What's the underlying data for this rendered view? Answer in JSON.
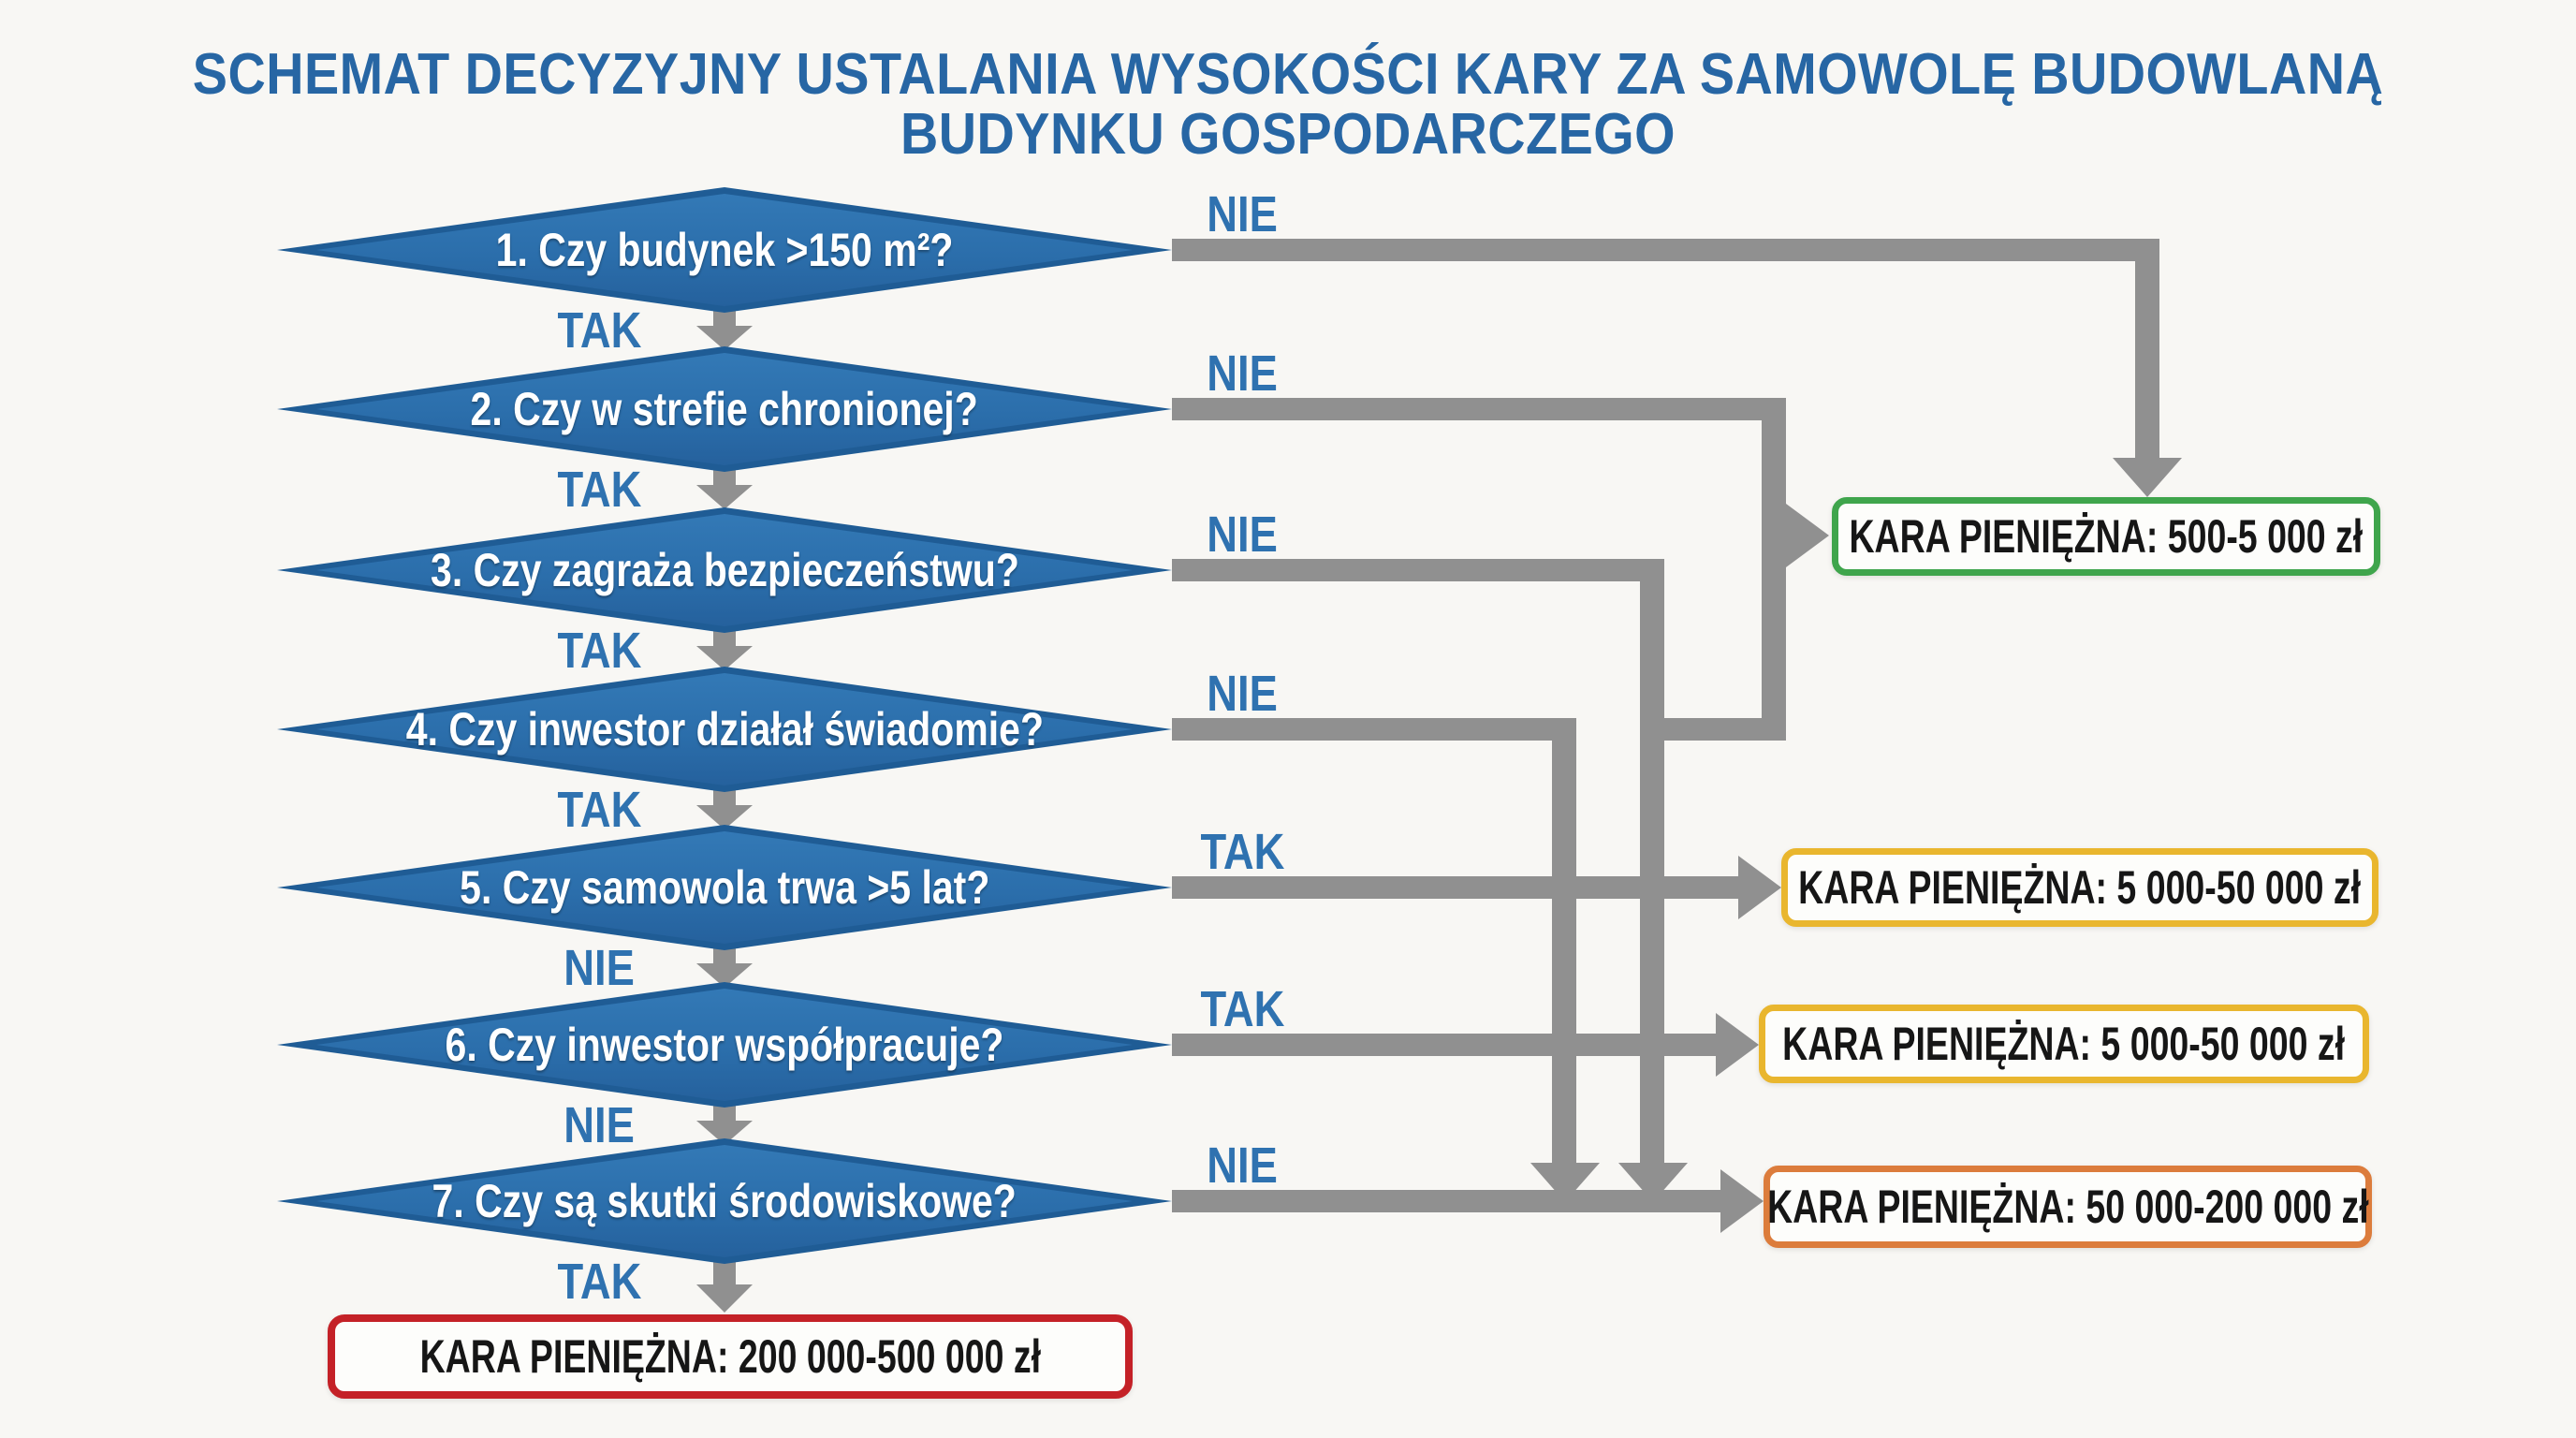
{
  "title": {
    "line1": "SCHEMAT DECYZYJNY USTALANIA WYSOKOŚCI KARY ZA SAMOWOLĘ BUDOWLANĄ",
    "line2": "BUDYNKU GOSPODARCZEGO"
  },
  "flow": {
    "decisions": [
      {
        "label": "1. Czy budynek >150 m²?",
        "side_label": "NIE",
        "down_label": "TAK"
      },
      {
        "label": "2. Czy w strefie chronionej?",
        "side_label": "NIE",
        "down_label": "TAK"
      },
      {
        "label": "3. Czy zagraża bezpieczeństwu?",
        "side_label": "NIE",
        "down_label": "TAK"
      },
      {
        "label": "4. Czy inwestor działał świadomie?",
        "side_label": "NIE",
        "down_label": "TAK"
      },
      {
        "label": "5. Czy samowola trwa >5 lat?",
        "side_label": "TAK",
        "down_label": "NIE"
      },
      {
        "label": "6. Czy inwestor współpracuje?",
        "side_label": "TAK",
        "down_label": "NIE"
      },
      {
        "label": "7. Czy są skutki środowiskowe?",
        "side_label": "NIE",
        "down_label": "TAK"
      }
    ],
    "outcomes": [
      {
        "id": "green",
        "label": "KARA PIENIĘŻNA: 500-5 000 zł",
        "border_color": "#3FA54C"
      },
      {
        "id": "yellow1",
        "label": "KARA PIENIĘŻNA: 5 000-50 000 zł",
        "border_color": "#E9B62E"
      },
      {
        "id": "yellow2",
        "label": "KARA PIENIĘŻNA: 5 000-50 000 zł",
        "border_color": "#E9B62E"
      },
      {
        "id": "orange",
        "label": "KARA PIENIĘŻNA: 50 000-200 000 zł",
        "border_color": "#DC7C3C"
      },
      {
        "id": "red",
        "label": "KARA PIENIĘŻNA: 200 000-500 000 zł",
        "border_color": "#C42127"
      }
    ]
  },
  "colors": {
    "background": "#F8F7F4",
    "title_blue": "#2766A4",
    "label_blue": "#2F72B0",
    "diamond_fill": "#2B6FAC",
    "diamond_border": "#1F5C95",
    "connector_gray": "#909090",
    "box_text": "#161616"
  }
}
